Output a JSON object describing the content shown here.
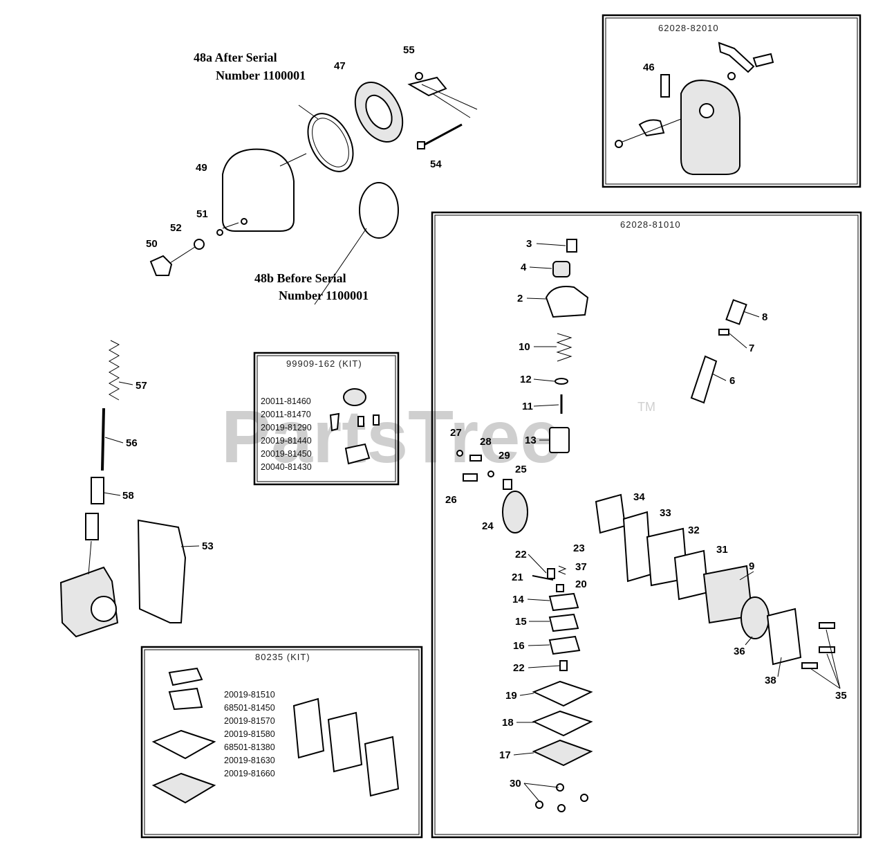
{
  "watermark": {
    "text": "PartsTree",
    "tm": "TM"
  },
  "notes": {
    "after_serial_1": "48a After Serial",
    "after_serial_2": "Number 1100001",
    "before_serial_1": "48b Before Serial",
    "before_serial_2": "Number 1100001"
  },
  "boxes": {
    "top_right": {
      "title": "62028-82010"
    },
    "carb_body": {
      "title": "62028-81010"
    },
    "kit_small": {
      "title": "99909-162 (KIT)",
      "parts": [
        "20011-81460",
        "20011-81470",
        "20019-81290",
        "20019-81440",
        "20019-81450",
        "20040-81430"
      ]
    },
    "kit_large": {
      "title": "80235 (KIT)",
      "parts": [
        "20019-81510",
        "68501-81450",
        "20019-81570",
        "20019-81580",
        "68501-81380",
        "20019-81630",
        "20019-81660"
      ]
    }
  },
  "callouts": {
    "c55": "55",
    "c47": "47",
    "c49": "49",
    "c54": "54",
    "c51": "51",
    "c52": "52",
    "c50": "50",
    "c46": "46",
    "c3": "3",
    "c4": "4",
    "c2": "2",
    "c8": "8",
    "c7": "7",
    "c10": "10",
    "c6": "6",
    "c12": "12",
    "c11": "11",
    "c13": "13",
    "c27": "27",
    "c28": "28",
    "c29": "29",
    "c25": "25",
    "c26": "26",
    "c34": "34",
    "c33": "33",
    "c32": "32",
    "c31": "31",
    "c9": "9",
    "c24": "24",
    "c23": "23",
    "c22a": "22",
    "c37": "37",
    "c21": "21",
    "c20": "20",
    "c14": "14",
    "c15": "15",
    "c16": "16",
    "c36": "36",
    "c38": "38",
    "c35": "35",
    "c22b": "22",
    "c19": "19",
    "c18": "18",
    "c17": "17",
    "c30": "30",
    "c57": "57",
    "c56": "56",
    "c58": "58",
    "c53": "53"
  }
}
